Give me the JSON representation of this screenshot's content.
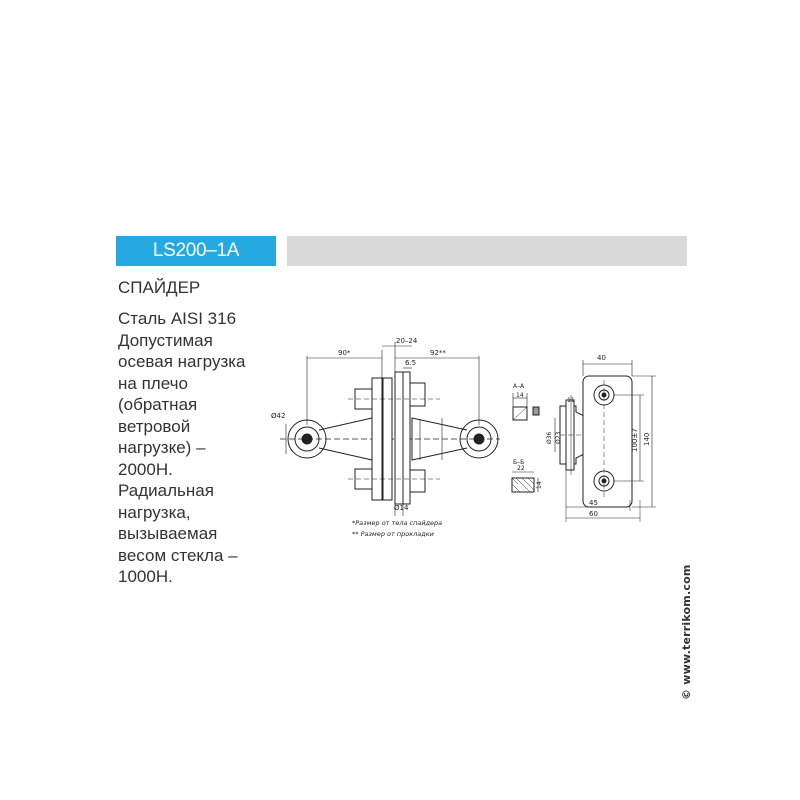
{
  "header": {
    "model": "LS200–1A",
    "accent_color": "#26a9e0",
    "bar_color": "#d9d9d9"
  },
  "product": {
    "name": "СПАЙДЕР",
    "description": "Сталь AISI 316\nДопустимая\nосевая нагрузка\nна плечо\n(обратная\nветровой\nнагрузке) –\n2000Н.\nРадиальная\nнагрузка,\nвызываемая\nвесом стекла –\n1000Н."
  },
  "drawing": {
    "dims": {
      "left_span": "90*",
      "right_span": "92**",
      "top_gap": "20–24",
      "offset": "6.5",
      "disk_dia": "Ø42",
      "rod_dia": "Ø14",
      "plate_width": "40",
      "plate_hole": "11",
      "plate_span": "100±7",
      "plate_height": "140",
      "plate_dia_1": "Ø36",
      "plate_dia_2": "Ø23",
      "plate_bottom_1": "45",
      "plate_bottom_2": "60",
      "section_a_label": "А–А",
      "section_a_dim": "14",
      "section_b_label": "Б–Б",
      "section_b_dim": "22",
      "section_b_side": "14"
    },
    "notes": [
      "*Размер от тела спайдера",
      "** Размер от прокладки"
    ]
  },
  "watermark": "© www.terrikom.com"
}
